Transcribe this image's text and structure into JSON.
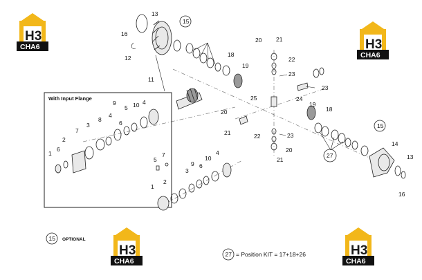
{
  "diagram": {
    "inset_title": "With Input Flange",
    "legend_optional_number": "15",
    "legend_optional_text": "OPTIONAL",
    "legend_kit_number": "27",
    "legend_kit_text": "= Position KIT = 17+18+26",
    "logo_text_top": "H3",
    "logo_text_bottom": "CHA6",
    "labels": {
      "main": [
        "13",
        "16",
        "12",
        "15",
        "11",
        "18",
        "19",
        "20",
        "21",
        "22",
        "23",
        "23",
        "24",
        "25",
        "20",
        "21",
        "22",
        "23",
        "20",
        "21",
        "19",
        "18",
        "15",
        "27",
        "14",
        "13",
        "16",
        "5",
        "7",
        "4",
        "10",
        "9",
        "6",
        "3",
        "2",
        "1"
      ],
      "inset": [
        "9",
        "5",
        "10",
        "4",
        "7",
        "8",
        "6",
        "4",
        "3",
        "2",
        "1",
        "6"
      ]
    }
  }
}
